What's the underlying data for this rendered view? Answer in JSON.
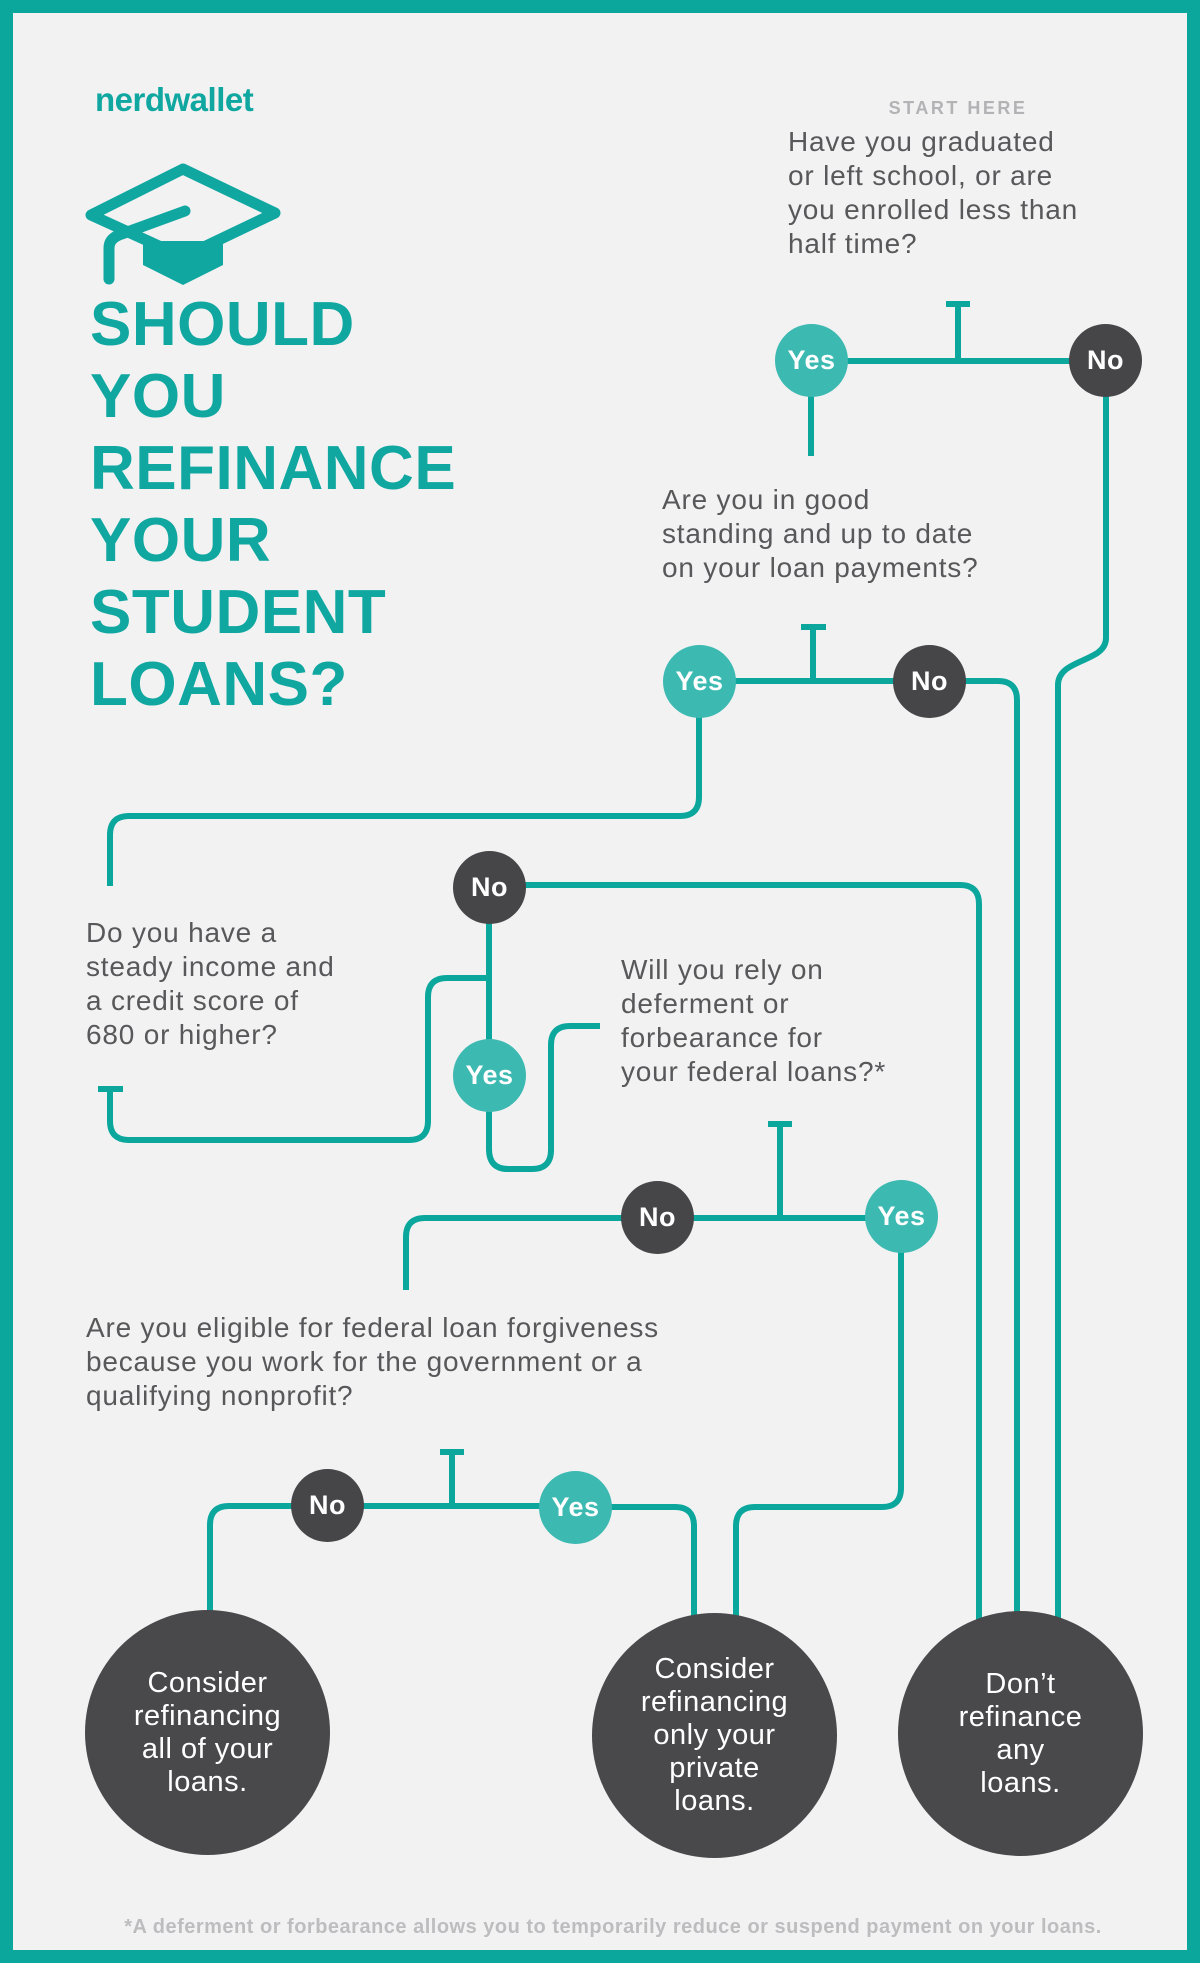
{
  "brand": {
    "logo_text": "nerdwallet"
  },
  "header": {
    "title": "SHOULD\nYOU\nREFINANCE\nYOUR\nSTUDENT\nLOANS?"
  },
  "flow": {
    "start_label": "START HERE",
    "answer_labels": {
      "yes": "Yes",
      "no": "No"
    },
    "questions": [
      {
        "text": "Have you graduated\nor left school, or are\nyou enrolled less than\nhalf time?"
      },
      {
        "text": "Are you in good\nstanding and up to date\non your loan payments?"
      },
      {
        "text": "Do you have a\nsteady income and\na credit score of\n680 or higher?"
      },
      {
        "text": "Will you rely on\ndeferment or\nforbearance for\nyour federal loans?*"
      },
      {
        "text": "Are you eligible for federal loan forgiveness\nbecause you work for the government or a\nqualifying nonprofit?"
      }
    ],
    "outcomes": [
      {
        "text": "Consider\nrefinancing\nall of your\nloans."
      },
      {
        "text": "Consider\nrefinancing\nonly your\nprivate\nloans."
      },
      {
        "text": "Don’t\nrefinance\nany\nloans."
      }
    ],
    "footnote": "*A deferment or forbearance allows you to temporarily reduce or suspend payment on your loans."
  },
  "colors": {
    "line_teal": "#0ba79d",
    "node_yes_fill": "#3cb9b1",
    "node_no_fill": "#464649",
    "outcome_fill": "#49494c",
    "question_text": "#58585a",
    "muted_gray": "#b3b3b5",
    "title_teal": "#10a7a0",
    "page_bg": "#f2f2f3"
  }
}
